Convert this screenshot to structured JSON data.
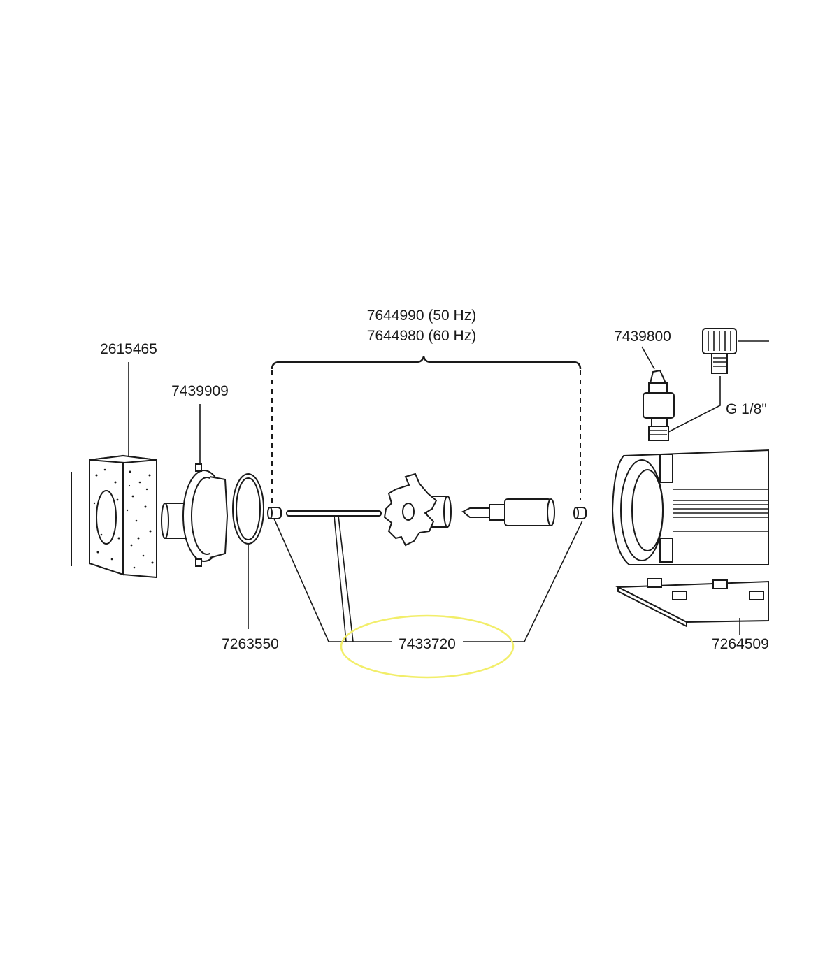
{
  "title": "",
  "highlight_color": "#f2ee6a",
  "labels": {
    "filter_sponge": "2615465",
    "pump_cover": "7439909",
    "o_ring": "7263550",
    "impeller_set_50": "7644990 (50 Hz)",
    "impeller_set_60": "7644980 (60 Hz)",
    "rubber_bearing": "7433720",
    "nozzle": "7439800",
    "thread": "G 1/8\"",
    "mounting_plate": "7264509"
  }
}
